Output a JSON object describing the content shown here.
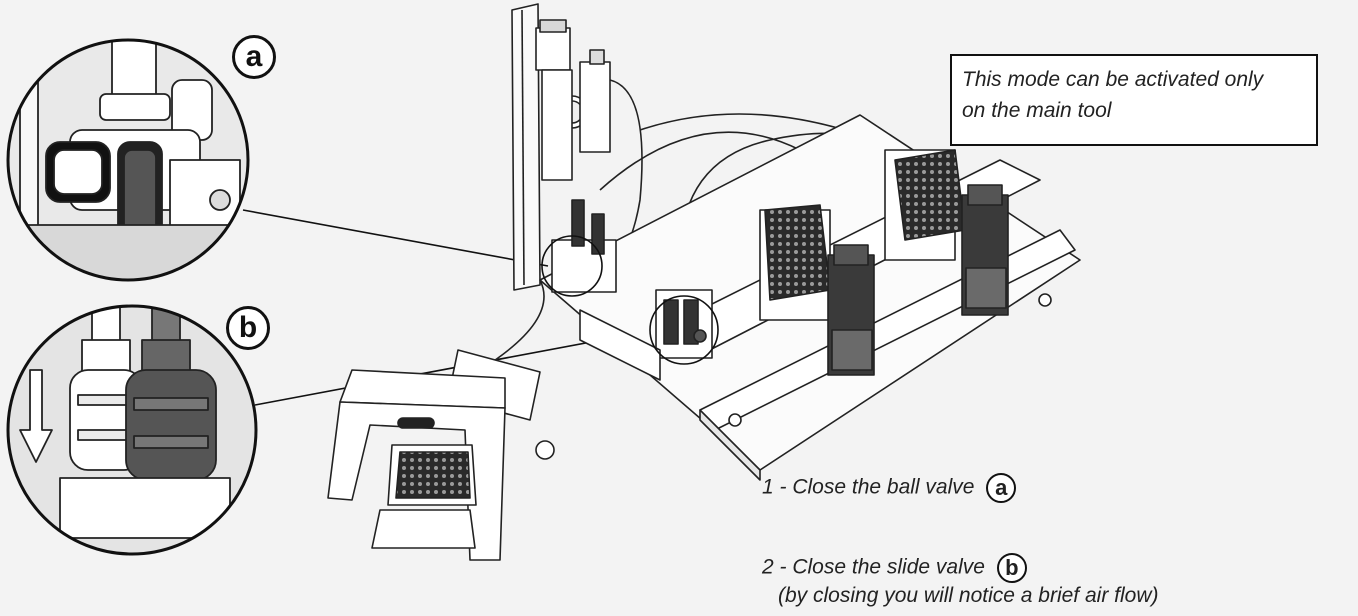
{
  "note": {
    "line1": "This mode can be activated only",
    "line2": "on the main tool"
  },
  "callouts": {
    "a": "a",
    "b": "b"
  },
  "steps": [
    {
      "text": "1 - Close the ball valve",
      "badge": "a"
    },
    {
      "text": "2 - Close the slide valve",
      "badge": "b",
      "sub": "(by closing you will notice a brief air flow)"
    }
  ]
}
